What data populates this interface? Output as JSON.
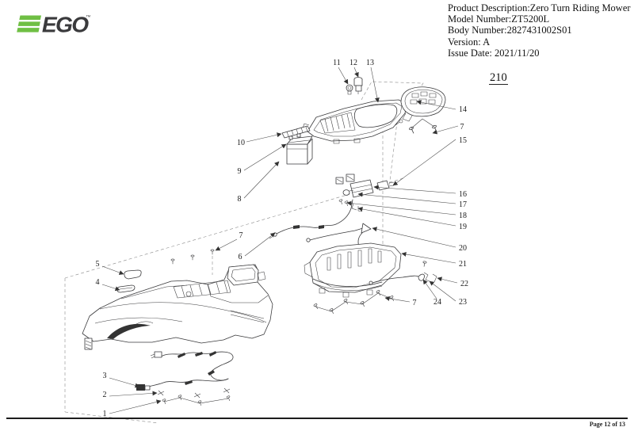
{
  "logo": {
    "brand": "EGO",
    "tm": "™",
    "green": "#6FBF44",
    "dark": "#3A3A3C"
  },
  "header": {
    "lines": [
      "Product Description:Zero Turn Riding Mower",
      "Model Number:ZT5200L",
      "Body Number:2827431002S01",
      "Version: A",
      "Issue Date: 2021/11/20"
    ]
  },
  "drawing_number": "210",
  "diagram": {
    "callouts": [
      "11",
      "12",
      "13",
      "14",
      "7",
      "15",
      "16",
      "17",
      "18",
      "19",
      "20",
      "21",
      "22",
      "23",
      "24",
      "7",
      "10",
      "9",
      "8",
      "7",
      "6",
      "5",
      "4",
      "3",
      "2",
      "1"
    ]
  },
  "footer": {
    "page_label": "Page 12 of 13"
  }
}
